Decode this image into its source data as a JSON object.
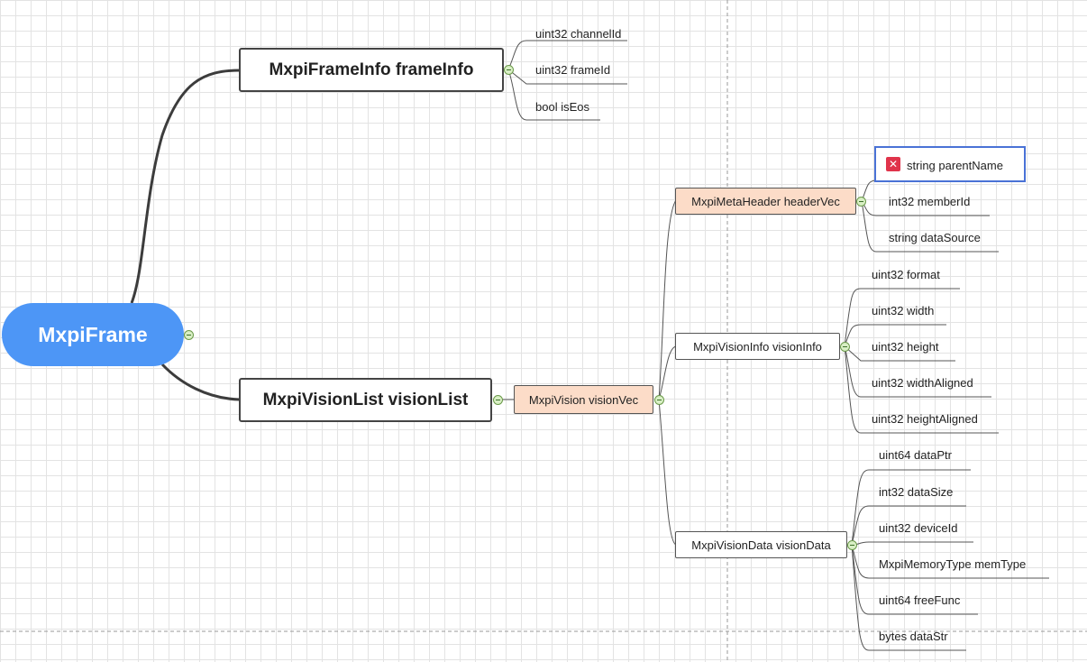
{
  "root": {
    "label": "MxpiFrame"
  },
  "branches": {
    "frame_info": {
      "label": "MxpiFrameInfo frameInfo",
      "fields": [
        "uint32 channelId",
        "uint32 frameId",
        "bool isEos"
      ]
    },
    "vision_list": {
      "label": "MxpiVisionList visionList",
      "vision_vec": {
        "label": "MxpiVision visionVec",
        "header_vec": {
          "label": "MxpiMetaHeader headerVec",
          "fields": [
            "string parentName",
            "int32 memberId",
            "string dataSource"
          ]
        },
        "vision_info": {
          "label": "MxpiVisionInfo visionInfo",
          "fields": [
            "uint32 format",
            "uint32 width",
            "uint32 height",
            "uint32 widthAligned",
            "uint32 heightAligned"
          ]
        },
        "vision_data": {
          "label": "MxpiVisionData visionData",
          "fields": [
            "uint64 dataPtr",
            "int32 dataSize",
            "uint32 deviceId",
            "MxpiMemoryType memType",
            "uint64 freeFunc",
            "bytes dataStr"
          ]
        }
      }
    }
  },
  "colors": {
    "root": "#4d96f6",
    "peach": "#fcdcc8",
    "selection": "#4a72d6",
    "delete_icon": "#e0344b"
  },
  "icons": {
    "selected_field_marker": "delete-icon",
    "collapse_toggle": "minus-circle-icon"
  }
}
